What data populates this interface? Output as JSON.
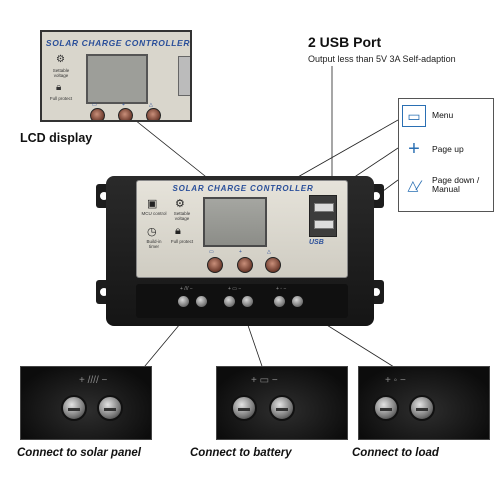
{
  "inset": {
    "brand": "SOLAR CHARGE CONTROLLER",
    "settable_voltage_label": "Settable voltage",
    "full_protect_label": "Full protect"
  },
  "lcd_label": "LCD display",
  "usb": {
    "title": "2 USB Port",
    "subtitle": "Output less than 5V 3A Self-adaption"
  },
  "controller": {
    "brand": "SOLAR CHARGE CONTROLLER",
    "mcu_label": "MCU control",
    "settable_voltage_label": "Settable voltage",
    "timer_label": "Build-in timer",
    "full_protect_label": "Full protect",
    "usb_logo": "USB"
  },
  "legend": {
    "menu": "Menu",
    "page_up": "Page up",
    "page_down": "Page down / Manual"
  },
  "captions": {
    "solar": "Connect to solar panel",
    "battery": "Connect to battery",
    "load": "Connect to load"
  },
  "icons": [
    "menu-icon",
    "page-up-icon",
    "page-down-icon",
    "gear-icon",
    "lock-icon",
    "clock-icon",
    "mcu-icon",
    "usb-port-icon"
  ],
  "colors": {
    "brand_blue": "#2a4f9a",
    "legend_blue": "#2a6fb3",
    "device_body": "#1c1c1c",
    "panel": "#d9d6cc",
    "knob": "#7a3f30"
  }
}
